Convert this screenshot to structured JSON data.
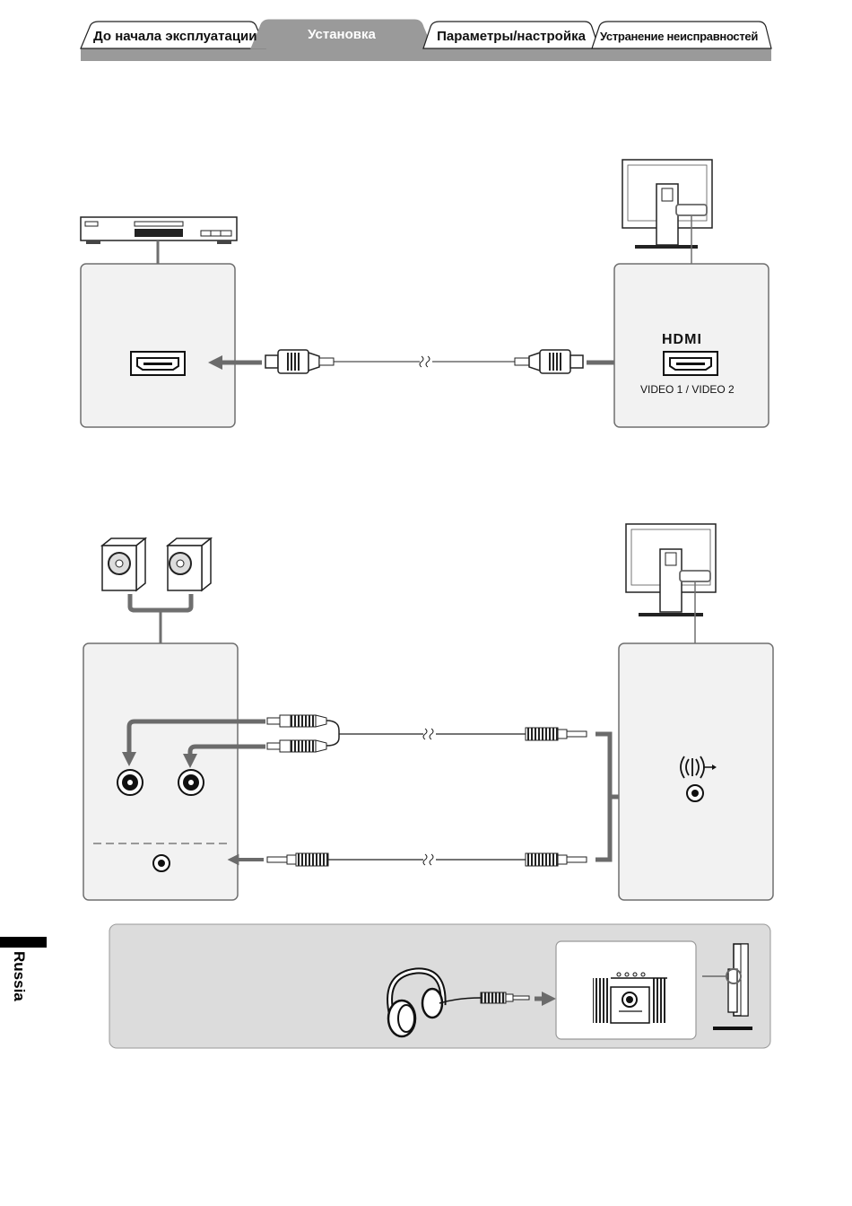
{
  "tabs": [
    {
      "label": "До начала эксплуатации",
      "active": false
    },
    {
      "label": "Установка",
      "active": true
    },
    {
      "label": "Параметры/настройка",
      "active": false
    },
    {
      "label": "Устранение неисправностей",
      "active": false
    }
  ],
  "side_label": "Russia",
  "hdmi_diagram": {
    "logo_text": "HDMI",
    "port_caption": "VIDEO 1 / VIDEO 2"
  },
  "colors": {
    "header_bar": "#9a9a9a",
    "panel_fill": "#f2f2f2",
    "panel_stroke": "#6f6f6f",
    "arrow": "#6b6b6b",
    "callout_fill": "#dcdcdc"
  },
  "icons": [
    "dvd-player-icon",
    "monitor-icon",
    "hdmi-port-icon",
    "hdmi-cable-icon",
    "speaker-icon",
    "rca-jack-icon",
    "stereo-mini-plug-icon",
    "line-out-icon",
    "headphones-icon"
  ]
}
